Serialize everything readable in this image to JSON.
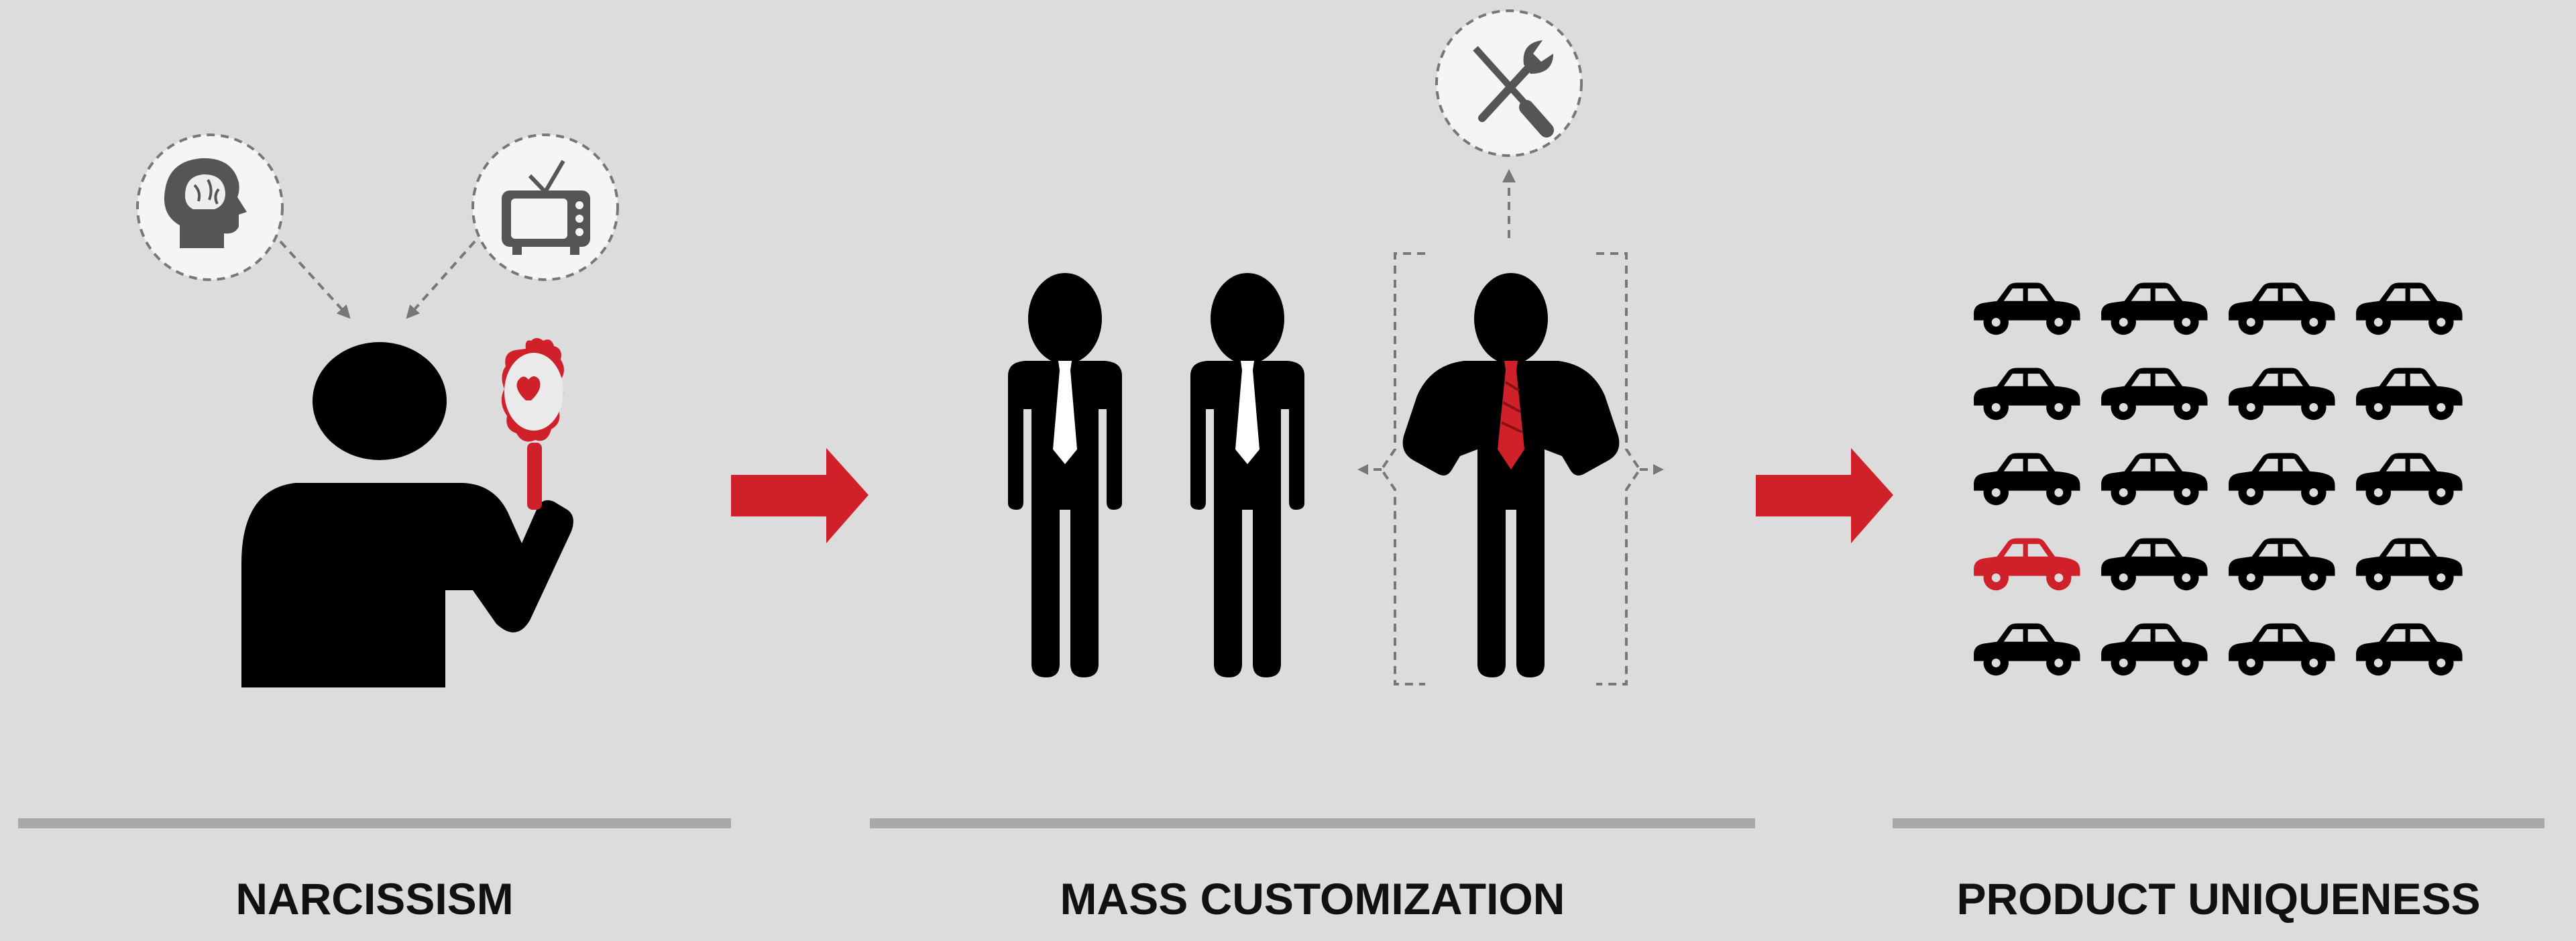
{
  "sections": [
    {
      "label": "NARCISSISM"
    },
    {
      "label": "MASS CUSTOMIZATION"
    },
    {
      "label": "PRODUCT UNIQUENESS"
    }
  ],
  "icons": {
    "thought_bubbles_section1": [
      "head-brain-icon",
      "tv-icon"
    ],
    "thought_bubble_section2": "tools-icon",
    "figures": [
      "person-with-mirror-icon",
      "man-white-tie-icon",
      "man-white-tie-icon",
      "man-red-tie-hands-on-hips-icon"
    ],
    "cars_grid": {
      "rows": 5,
      "cols": 4,
      "highlighted_row": 4,
      "highlighted_col": 1
    }
  },
  "colors": {
    "background": "#dcdcdc",
    "accent": "#d0202a",
    "figure": "#000000",
    "bubble": "#f5f5f5",
    "divider": "#a9a9a9",
    "dashed": "#777777"
  }
}
